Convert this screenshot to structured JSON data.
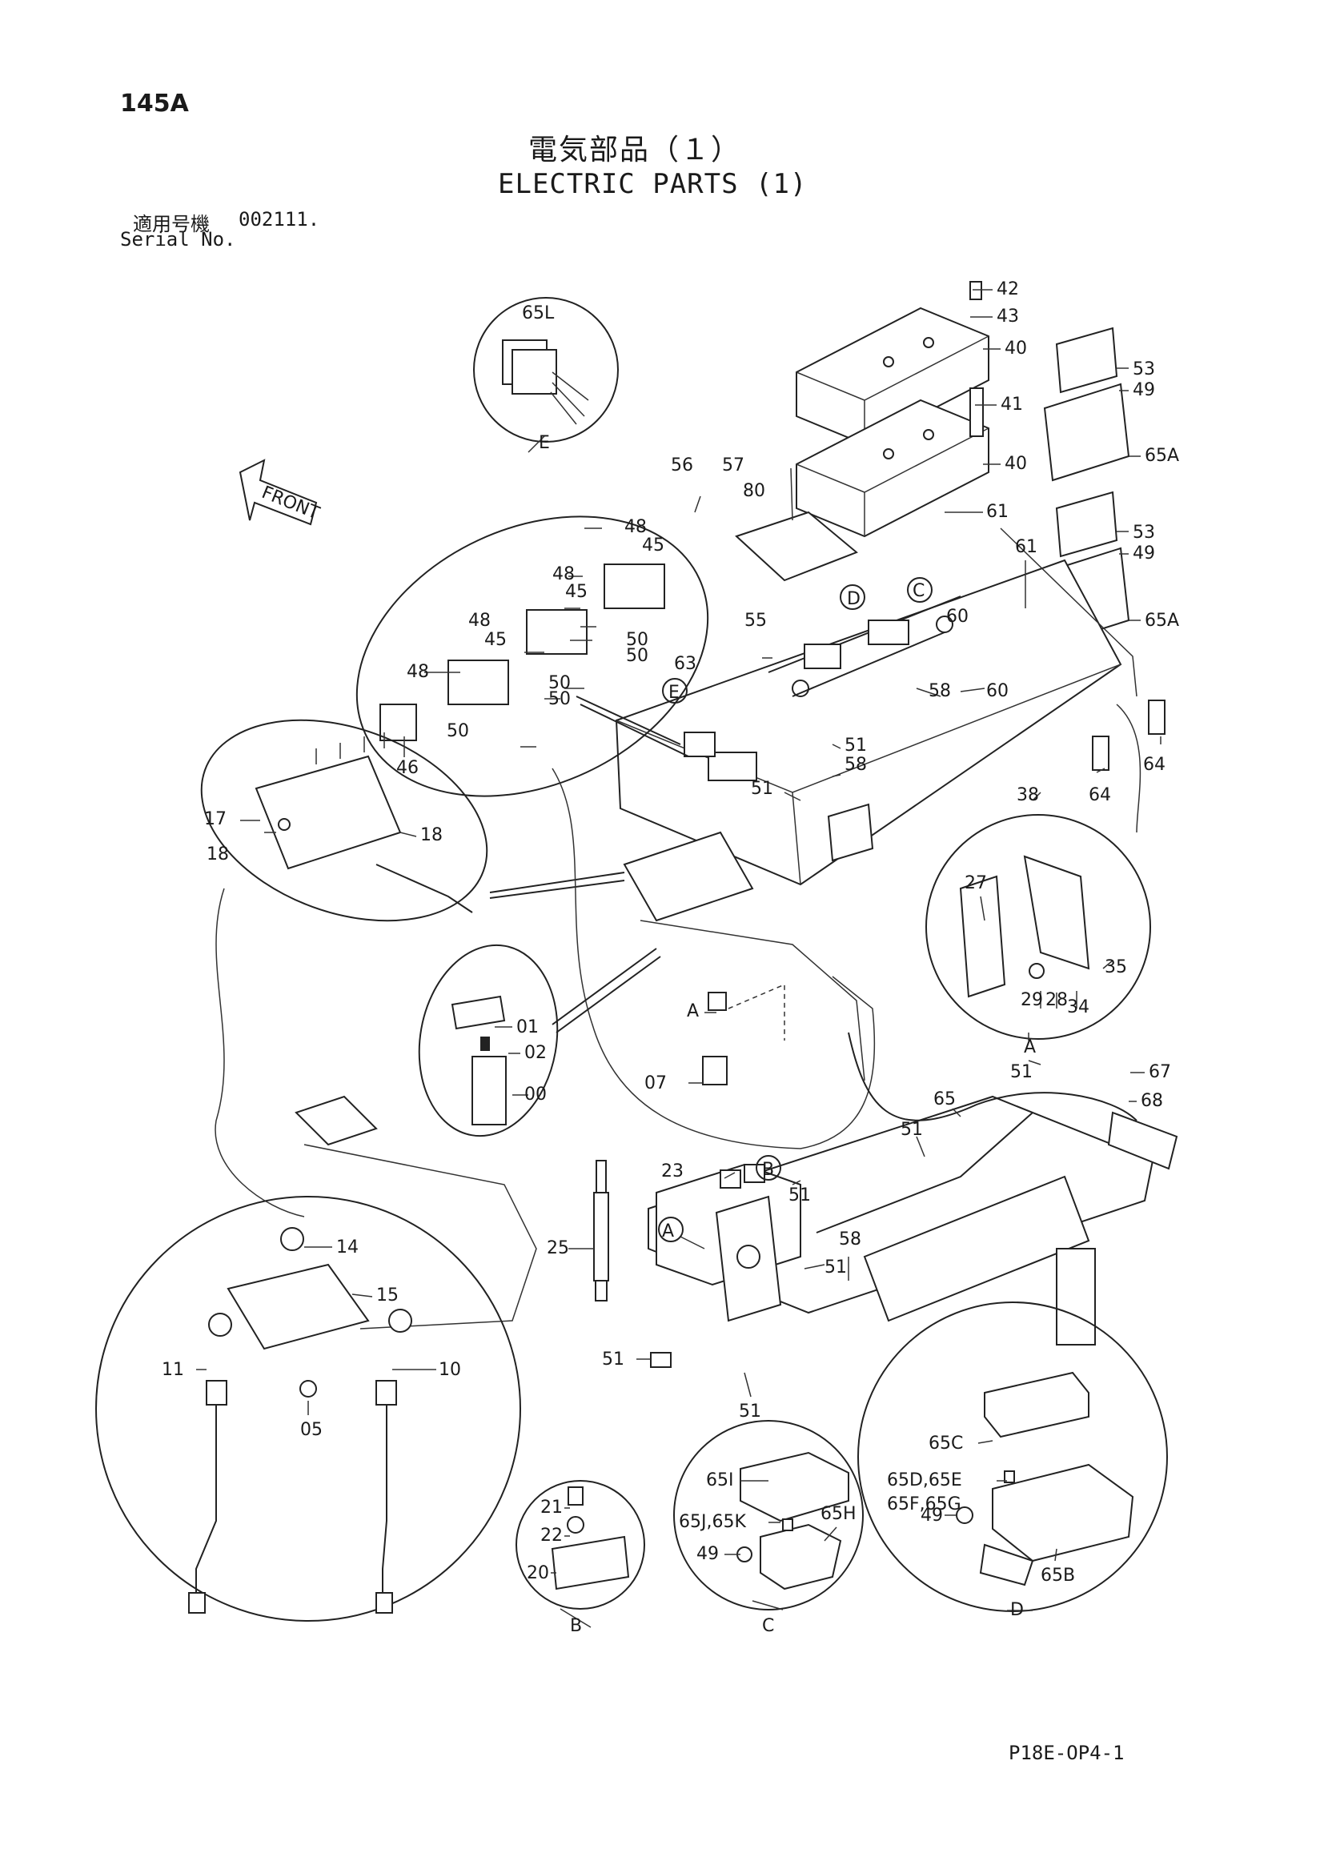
{
  "header": {
    "page_number": "145A",
    "title_jp": "電気部品（１）",
    "title_en": "ELECTRIC PARTS (1)",
    "serial_label_jp": "適用号機",
    "serial_value": "002111.",
    "serial_label_en": "Serial No."
  },
  "front_label": "FRONT",
  "callouts": [
    "65L",
    "E",
    "56",
    "57",
    "80",
    "42",
    "43",
    "40",
    "41",
    "40",
    "53",
    "49",
    "65A",
    "61",
    "53",
    "61",
    "49",
    "65A",
    "48",
    "45",
    "48",
    "45",
    "48",
    "45",
    "50",
    "50",
    "48",
    "50",
    "50",
    "50",
    "46",
    "55",
    "63",
    "D",
    "C",
    "60",
    "60",
    "58",
    "E",
    "51",
    "58",
    "51",
    "64",
    "64",
    "38",
    "17",
    "18",
    "18",
    "27",
    "35",
    "29",
    "28",
    "34",
    "A",
    "01",
    "02",
    "00",
    "A",
    "07",
    "67",
    "68",
    "51",
    "65",
    "51",
    "23",
    "B",
    "51",
    "25",
    "A",
    "58",
    "51",
    "51",
    "51",
    "14",
    "15",
    "11",
    "10",
    "05",
    "65C",
    "65D,65E",
    "65F,65G",
    "49",
    "65B",
    "D",
    "21",
    "22",
    "20",
    "B",
    "65I",
    "65J,65K",
    "65H",
    "49",
    "C"
  ],
  "footer": {
    "drawing_code": "P18E-OP4-1"
  }
}
